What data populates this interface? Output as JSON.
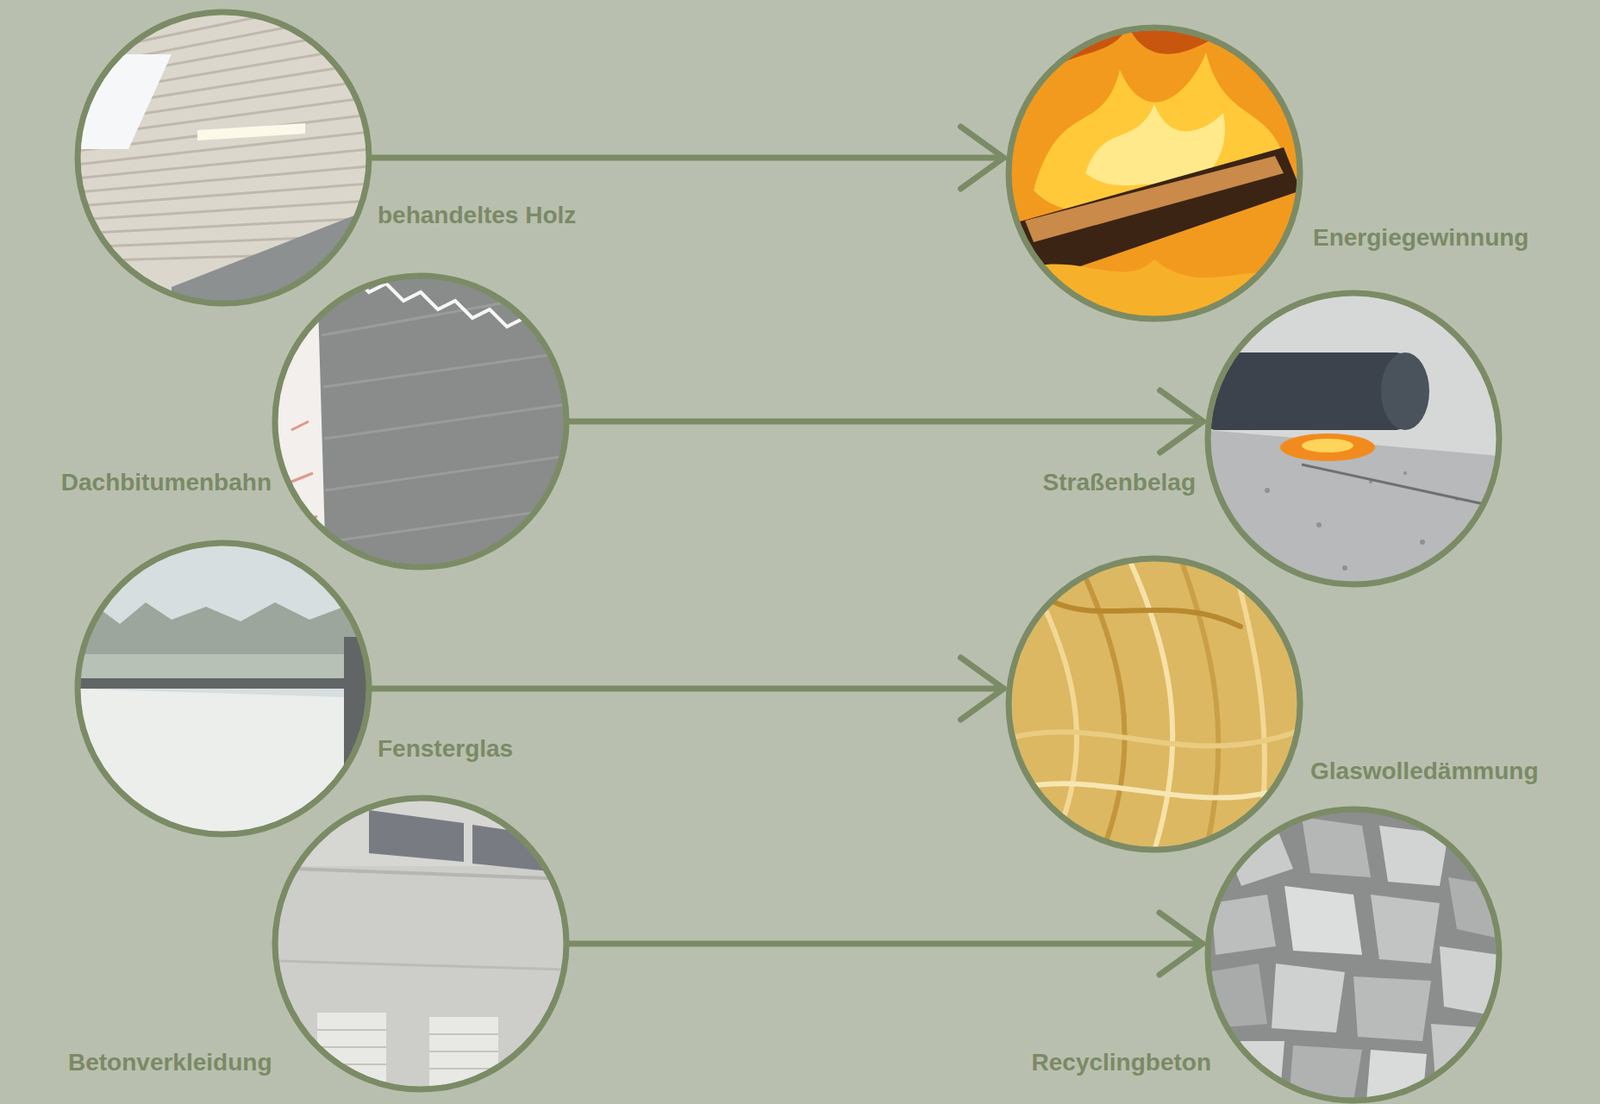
{
  "diagram": {
    "nodes": [
      {
        "text": [
          "behandeltes Holz"
        ]
      },
      {
        "text": [
          "Energiegewinnung"
        ]
      },
      {
        "text": [
          "Dachbitumenbahn"
        ]
      },
      {
        "text": [
          "Straßenbelag"
        ]
      },
      {
        "text": [
          "Fensterglas"
        ]
      },
      {
        "text": [
          "Glaswolledämmung"
        ]
      },
      {
        "text": [
          "Betonverkleidung"
        ]
      },
      {
        "text": [
          "Recyclingbeton"
        ]
      }
    ],
    "edges": [
      {
        "from": 0,
        "to": 1,
        "arrow": "to"
      },
      {
        "from": 2,
        "to": 3,
        "arrow": "to"
      },
      {
        "from": 4,
        "to": 5,
        "arrow": "to"
      },
      {
        "from": 6,
        "to": 7,
        "arrow": "to"
      }
    ]
  }
}
